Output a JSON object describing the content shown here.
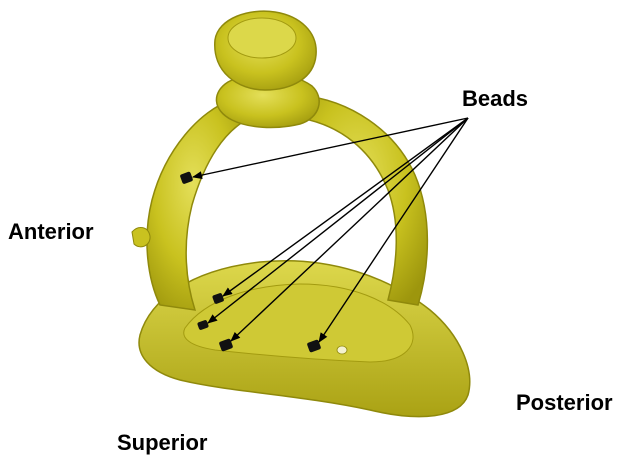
{
  "labels": {
    "beads": "Beads",
    "anterior": "Anterior",
    "posterior": "Posterior",
    "superior": "Superior"
  },
  "colors": {
    "bone": "#c8c21e",
    "bone_light": "#dcd84a",
    "bone_shadow": "#a39b10",
    "arrow": "#000000",
    "bead": "#111111"
  }
}
